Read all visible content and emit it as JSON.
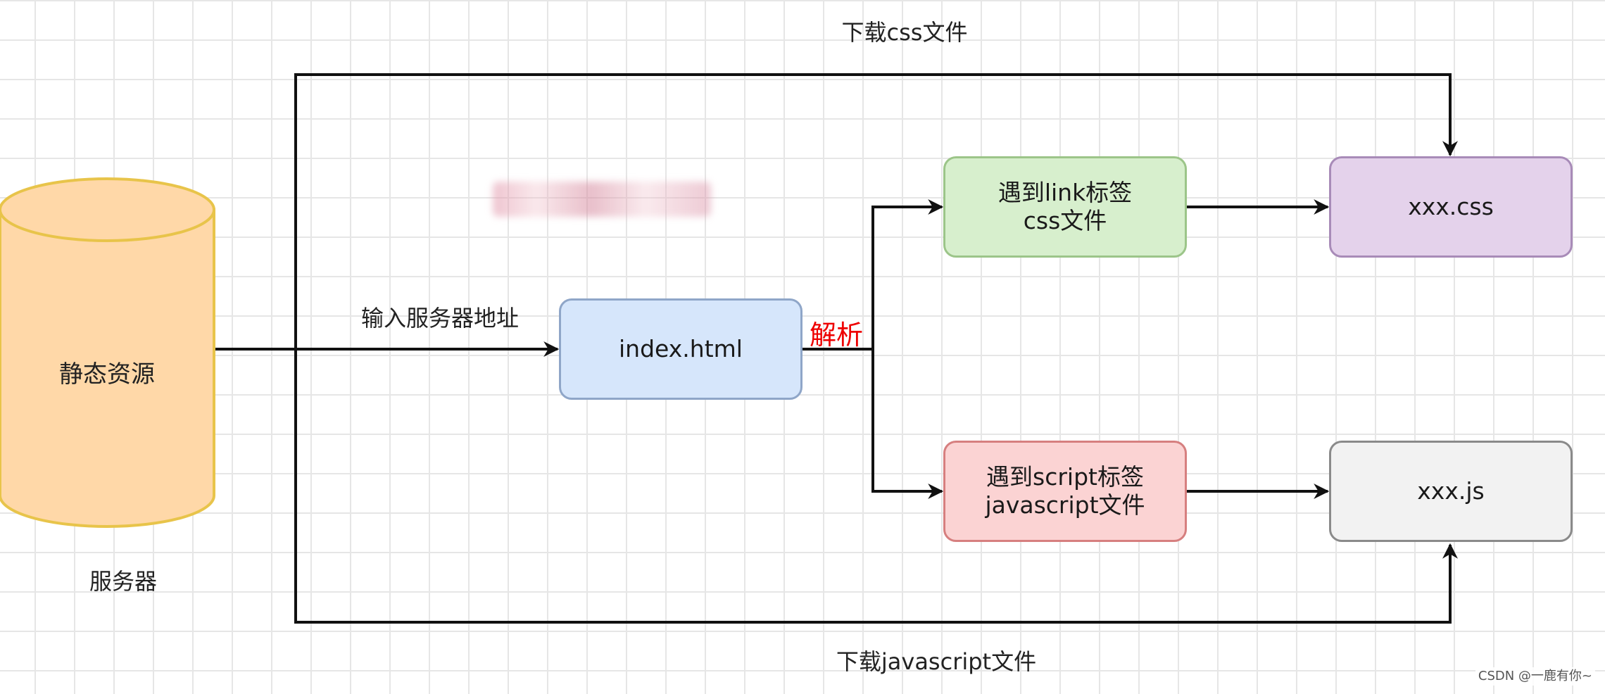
{
  "labels": {
    "top_edge": "下载css文件",
    "bottom_edge": "下载javascript文件",
    "input_edge": "输入服务器地址",
    "parse": "解析",
    "server_caption": "服务器"
  },
  "nodes": {
    "static_resources": "静态资源",
    "index_html": "index.html",
    "link_tag": {
      "line1": "遇到link标签",
      "line2": "css文件"
    },
    "script_tag": {
      "line1": "遇到script标签",
      "line2": "javascript文件"
    },
    "css_file": "xxx.css",
    "js_file": "xxx.js"
  },
  "watermark": "CSDN @一鹿有你~",
  "colors": {
    "cylinder_fill": "#ffd8a8",
    "cylinder_stroke": "#e8c44a",
    "index_fill": "#d6e6fb",
    "index_stroke": "#8fa6c8",
    "link_fill": "#d7efcd",
    "link_stroke": "#9cc589",
    "script_fill": "#fbd3d3",
    "script_stroke": "#d67f7f",
    "css_fill": "#e4d2eb",
    "css_stroke": "#a88bb8",
    "js_fill": "#f2f2f2",
    "js_stroke": "#8a8a8a",
    "arrow": "#111111",
    "parse_text": "#ee0000"
  }
}
